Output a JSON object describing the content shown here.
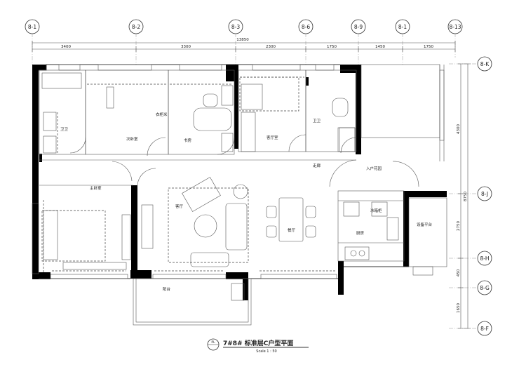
{
  "grid_axes_top": [
    "8-1",
    "8-2",
    "8-3",
    "8-6",
    "8-9",
    "8-1",
    "8-13"
  ],
  "grid_axes_right": [
    "8-K",
    "8-J",
    "8-H",
    "8-G",
    "8-F"
  ],
  "dims_top": {
    "total": "13850",
    "segments": [
      "3400",
      "3300",
      "2300",
      "1750",
      "1450",
      "1750"
    ]
  },
  "dims_right": {
    "total": "8750",
    "segments": [
      "4300",
      "2750",
      "450",
      "1650"
    ]
  },
  "rooms": {
    "toilet_left": "卫卫",
    "master_bedroom": "次卧室",
    "study": "书房",
    "bedroom_right": "客厅室",
    "toilet_right": "卫卫",
    "corridor": "走廊",
    "entrance": "入户花园",
    "main_bedroom": "主卧室",
    "living": "客厅",
    "dining": "餐厅",
    "kitchen": "厨房",
    "equipment": "设备平台",
    "balcony": "阳台",
    "closet": "衣柜米",
    "fridge": "冰箱柜"
  },
  "title": {
    "badge": "PL",
    "main": "7#8#  标准层C户型平面",
    "scale": "Scale 1 : 50"
  }
}
